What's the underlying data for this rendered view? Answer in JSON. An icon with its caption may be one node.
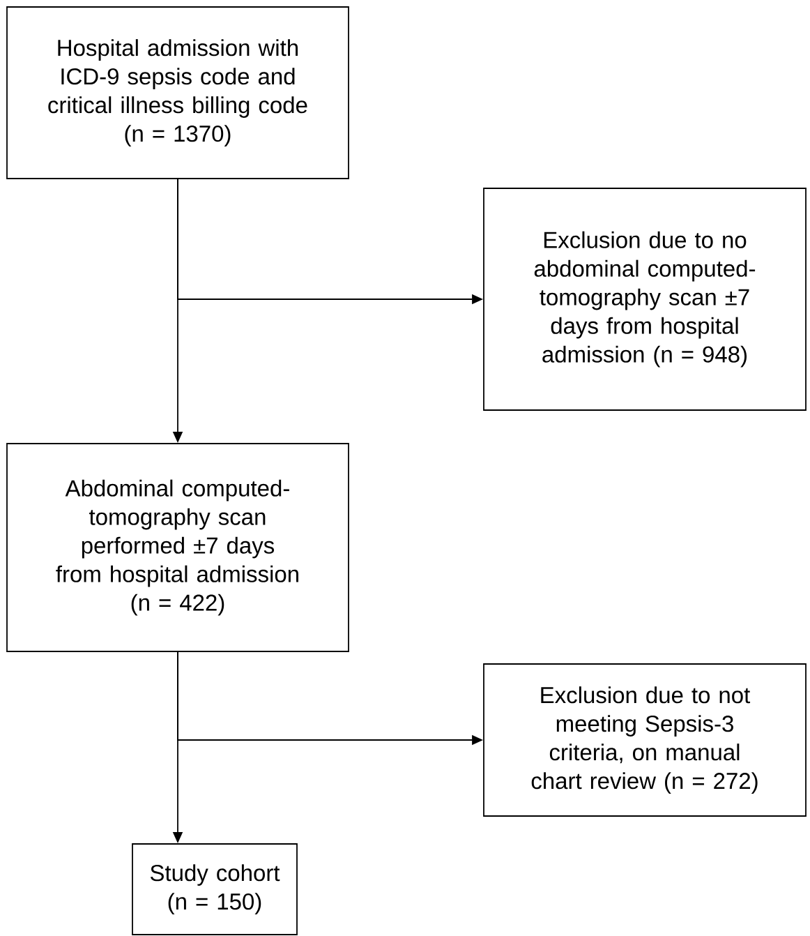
{
  "diagram": {
    "nodes": [
      {
        "text": [
          "Hospital admission with ICD-9 sepsis code and critical illness billing code",
          "(n = 1370)"
        ]
      },
      {
        "text": [
          "Exclusion due to no abdominal computed-tomography scan ±7 days from hospital admission (n = 948)"
        ]
      },
      {
        "text": [
          "Abdominal computed-tomography scan performed ±7 days from hospital admission",
          "(n = 422)"
        ]
      },
      {
        "text": [
          "Exclusion due to not meeting Sepsis-3 criteria, on manual chart review (n = 272)"
        ]
      },
      {
        "text": [
          "Study cohort",
          "(n = 150)"
        ]
      }
    ],
    "edges": [
      {
        "from": 0,
        "to": 2,
        "arrow": "to"
      },
      {
        "from": 0,
        "to": 1,
        "arrow": "to"
      },
      {
        "from": 2,
        "to": 4,
        "arrow": "to"
      },
      {
        "from": 2,
        "to": 3,
        "arrow": "to"
      }
    ]
  }
}
